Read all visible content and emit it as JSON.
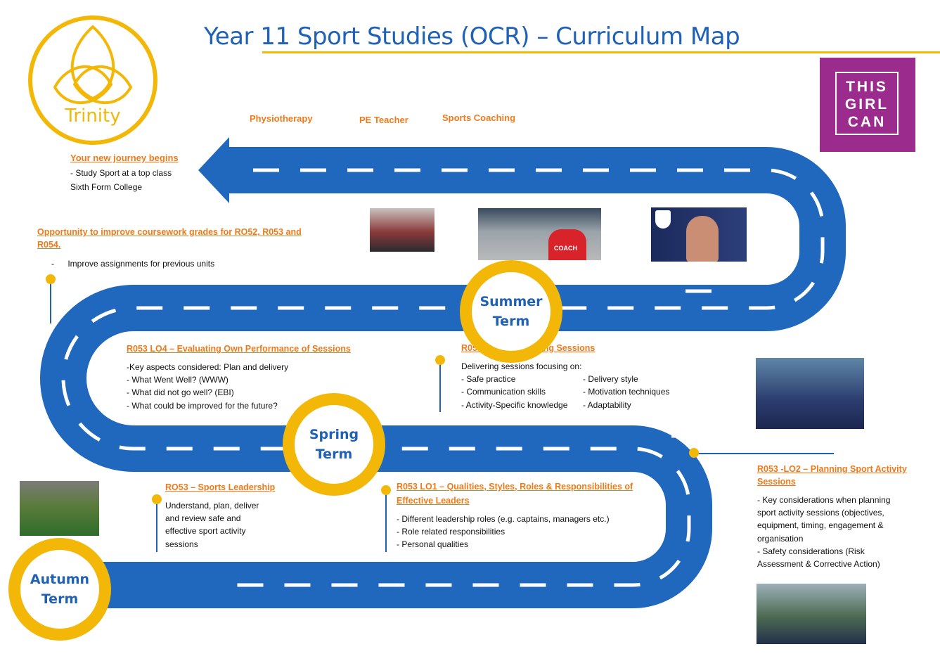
{
  "header": {
    "title": "Year 11 Sport Studies (OCR) – Curriculum Map",
    "logo_text": "Trinity",
    "badge_lines": [
      "THIS",
      "GIRL",
      "CAN"
    ]
  },
  "careers": [
    "Physiotherapy",
    "PE Teacher",
    "Sports Coaching"
  ],
  "terms": {
    "summer": [
      "Summer",
      "Term"
    ],
    "spring": [
      "Spring",
      "Term"
    ],
    "autumn": [
      "Autumn",
      "Term"
    ]
  },
  "sections": {
    "journey": {
      "heading": "Your new journey begins",
      "lines": [
        "- Study Sport at a top class",
        "Sixth Form College"
      ]
    },
    "coursework": {
      "heading_lines": [
        "Opportunity to improve coursework grades for RO52, R053 and",
        "R054."
      ],
      "bullet": "-",
      "text": "Improve assignments for previous units"
    },
    "lo4": {
      "heading": "R053 LO4 – Evaluating Own Performance of Sessions",
      "lines": [
        "-Key aspects considered: Plan and delivery",
        "- What Went Well? (WWW)",
        "- What did not go well? (EBI)",
        "- What could be improved for the future?"
      ]
    },
    "lo3": {
      "heading": "R053 LO3 – Delivering Sessions",
      "intro": "Delivering sessions focusing on:",
      "col1": [
        "- Safe practice",
        "- Communication skills",
        "- Activity-Specific knowledge"
      ],
      "col2": [
        "- Delivery style",
        "- Motivation techniques",
        "- Adaptability"
      ]
    },
    "lo2": {
      "heading_lines": [
        "R053 -LO2 – Planning Sport Activity",
        "Sessions"
      ],
      "lines": [
        "- Key considerations when planning",
        "sport activity sessions (objectives,",
        "equipment, timing, engagement &",
        "organisation",
        "- Safety considerations (Risk",
        "Assessment & Corrective Action)"
      ]
    },
    "leadership": {
      "heading": "RO53 – Sports Leadership",
      "lines": [
        "Understand, plan, deliver",
        "and review safe and",
        "effective sport activity",
        "sessions"
      ]
    },
    "lo1": {
      "heading_lines": [
        "R053 LO1 – Qualities, Styles, Roles & Responsibilities of",
        "Effective Leaders"
      ],
      "lines": [
        "- Different leadership roles (e.g. captains, managers etc.)",
        "- Role related responsibilities",
        "- Personal qualities"
      ]
    }
  },
  "photos": {
    "coach_shirt_text": "COACH"
  },
  "colors": {
    "road": "#1f68bd",
    "accent": "#f2b707",
    "heading": "#f07a1a",
    "title": "#1f62b5",
    "badge": "#9c2b8e"
  }
}
